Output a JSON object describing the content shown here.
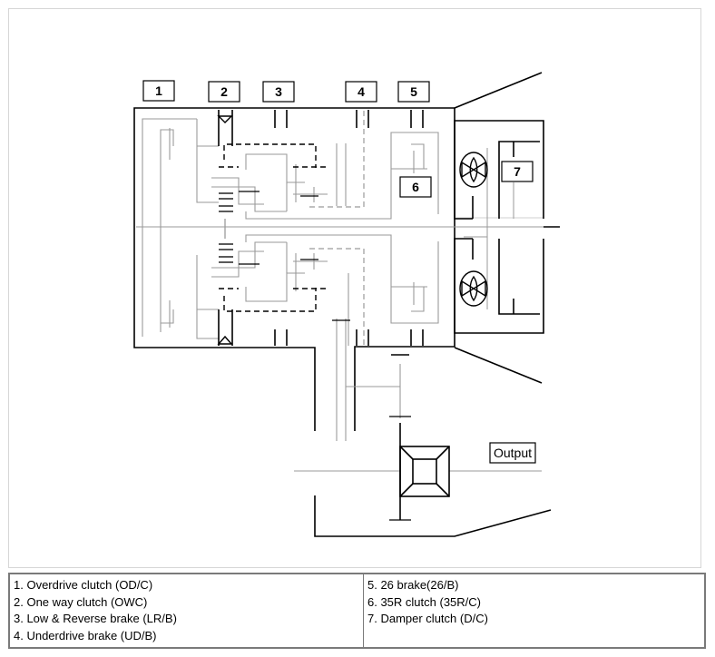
{
  "diagram": {
    "callouts": [
      "1",
      "2",
      "3",
      "4",
      "5",
      "6",
      "7"
    ],
    "output_label": "Output"
  },
  "legend": {
    "left": [
      "1. Overdrive clutch (OD/C)",
      "2. One way clutch (OWC)",
      "3. Low & Reverse brake (LR/B)",
      "4. Underdrive brake (UD/B)"
    ],
    "right": [
      "5. 26 brake(26/B)",
      "6. 35R clutch (35R/C)",
      "7. Damper clutch (D/C)"
    ]
  },
  "colors": {
    "line_dark": "#000000",
    "line_gray": "#9a9a9a",
    "frame": "#d6d6d6",
    "table_border": "#7a7a7a"
  }
}
